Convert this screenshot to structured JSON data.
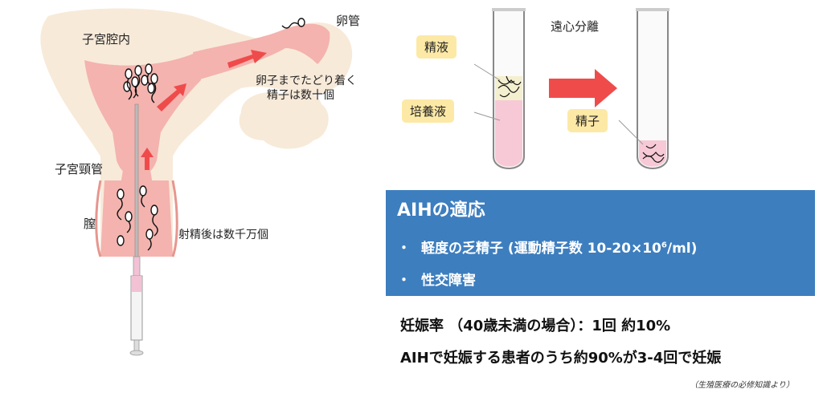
{
  "anatomy": {
    "uterine_cavity": "子宮腔内",
    "fallopian_tube": "卵管",
    "cervical_canal": "子宮頸管",
    "vagina": "膣",
    "sperm_reaching_egg_line1": "卵子までたどり着く",
    "sperm_reaching_egg_line2": "精子は数十個",
    "after_ejaculation": "射精後は数千万個"
  },
  "centrifuge": {
    "title": "遠心分離",
    "semen": "精液",
    "culture_medium": "培養液",
    "sperm": "精子"
  },
  "aih": {
    "title": "AIHの適応",
    "bullet": "・",
    "item1": "軽度の乏精子 (運動精子数 10-20×10",
    "item1_sup": "6",
    "item1_suffix": "/ml)",
    "item2": "性交障害"
  },
  "stats": {
    "line1": "妊娠率 （40歳未満の場合）：1回 約10%",
    "line2": "AIHで妊娠する患者のうち約90%が3-4回で妊娠"
  },
  "source": "（生殖医療の必修知識より）",
  "colors": {
    "uterus_outer": "#f8ead9",
    "uterus_inner": "#f4b3ae",
    "arrow_red": "#ef4b4b",
    "aih_box": "#3d7ebf",
    "tag_bg": "#fde9a6",
    "culture_pink": "#f7c9d6"
  }
}
